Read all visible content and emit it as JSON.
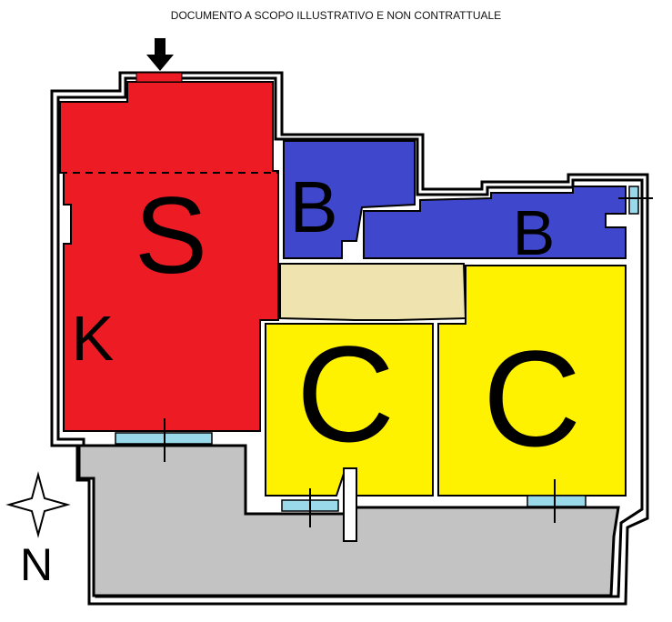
{
  "header": {
    "disclaimer": "DOCUMENTO A SCOPO ILLUSTRATIVO E NON CONTRATTUALE"
  },
  "rooms": [
    {
      "id": "living",
      "label": "S",
      "color": "#ed1c24"
    },
    {
      "id": "kitchen",
      "label": "K",
      "color": "#ed1c24"
    },
    {
      "id": "bath1",
      "label": "B",
      "color": "#3f48cc"
    },
    {
      "id": "bath2",
      "label": "B",
      "color": "#3f48cc"
    },
    {
      "id": "bedroom1",
      "label": "C",
      "color": "#fff200"
    },
    {
      "id": "bedroom2",
      "label": "C",
      "color": "#fff200"
    },
    {
      "id": "corridor",
      "label": "",
      "color": "#efe4b0"
    },
    {
      "id": "terrace",
      "label": "",
      "color": "#c3c3c3"
    }
  ],
  "compass": {
    "north_label": "N"
  },
  "entrance": {
    "icon": "arrow-down-icon"
  }
}
